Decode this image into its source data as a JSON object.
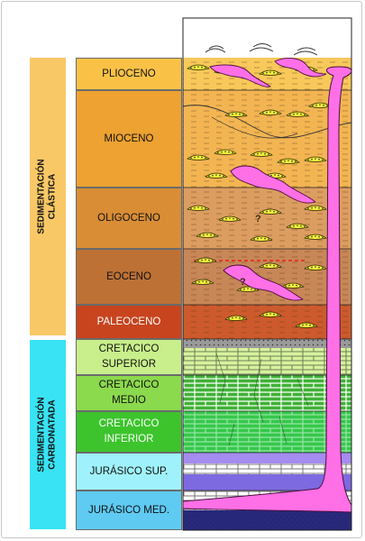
{
  "groups": [
    {
      "label": "SEDIMENTACIÓN\nCLÁSTICA",
      "color": "#f9c866"
    },
    {
      "label": "SEDIMENTACIÓN\nCARBONATADA",
      "color": "#39e3f3"
    }
  ],
  "periods": [
    {
      "label": "PLIOCENO",
      "color": "#f9c246"
    },
    {
      "label": "MIOCENO",
      "color": "#eda231"
    },
    {
      "label": "OLIGOCENO",
      "color": "#d98d35"
    },
    {
      "label": "EOCENO",
      "color": "#bd7135"
    },
    {
      "label": "PALEOCENO",
      "color": "#c7441f"
    },
    {
      "label": "CRETACICO\nSUPERIOR",
      "color": "#c8ef8b"
    },
    {
      "label": "CRETACICO\nMEDIO",
      "color": "#8bd94d"
    },
    {
      "label": "CRETACICO\nINFERIOR",
      "color": "#3dc42d"
    },
    {
      "label": "JURÁSICO SUP.",
      "color": "#9ff2fb"
    },
    {
      "label": "JURÁSICO MED.",
      "color": "#5fcaf2"
    }
  ],
  "question_marks": [
    "?",
    "?"
  ],
  "diapir_color": "#ff6fe6"
}
